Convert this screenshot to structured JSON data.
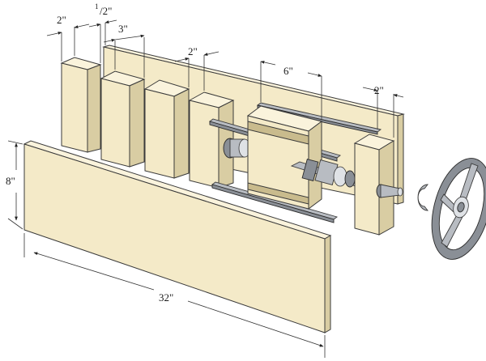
{
  "dimensions": {
    "block1_width": "2\"",
    "gap_half_whole": "1",
    "gap_half_frac": "/2\"",
    "block2_width": "3\"",
    "block4_width": "2\"",
    "vise_width": "6\"",
    "end_block_width": "2\"",
    "front_height": "8\"",
    "front_length": "32\""
  }
}
